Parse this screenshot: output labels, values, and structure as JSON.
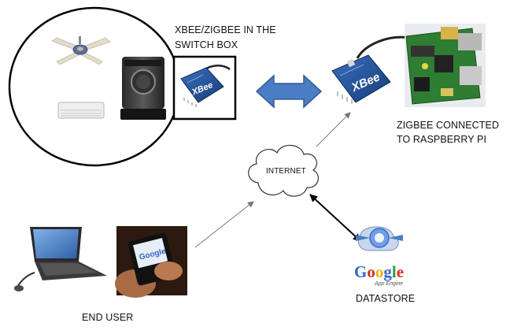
{
  "labels": {
    "switch_box_line1": "XBEE/ZIGBEE IN THE",
    "switch_box_line2": "SWITCH BOX",
    "pi_line1": "ZIGBEE CONNECTED",
    "pi_line2": "TO RASPBERRY PI",
    "internet": "INTERNET",
    "datastore": "DATASTORE",
    "end_user": "END USER"
  },
  "device_text": {
    "xbee_small": "XBee",
    "xbee_large": "XBee",
    "google_logo": "Google",
    "app_engine": "App Engine",
    "phone_google": "Google"
  },
  "colors": {
    "bidirectional_arrow": "#4a7dc4",
    "xbee_board": "#1f4f9a",
    "google_blue": "#3366cc",
    "google_red": "#d62d20",
    "google_yellow": "#eeb211",
    "google_green": "#339933",
    "pi_board": "#2e7d32"
  },
  "icons": [
    "ceiling-fan-icon",
    "washing-machine-icon",
    "air-conditioner-icon",
    "xbee-module-icon",
    "raspberry-pi-icon",
    "cloud-icon",
    "laptop-icon",
    "smartphone-icon",
    "app-engine-icon"
  ]
}
